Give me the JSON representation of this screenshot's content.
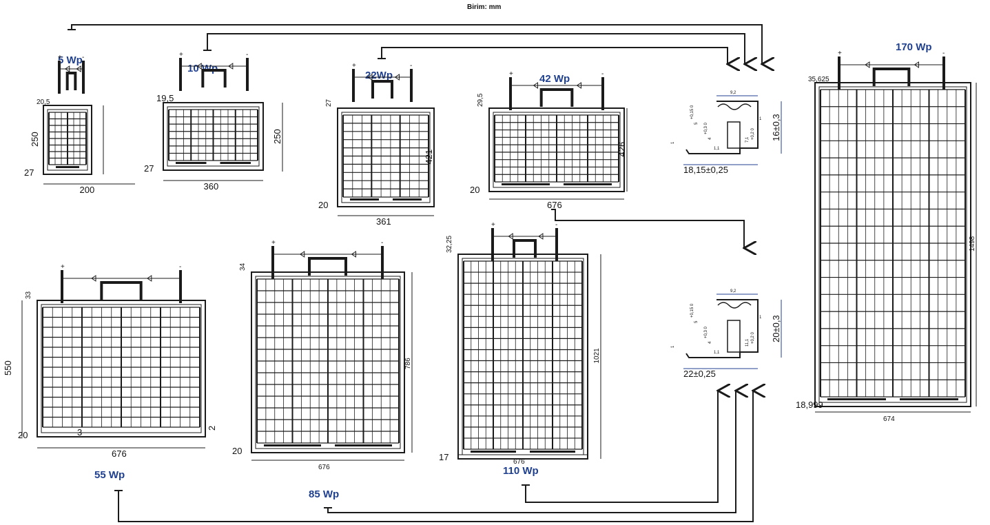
{
  "unit_label": "Birim: mm",
  "colors": {
    "title": "#1f3f8f",
    "line": "#1a1a1a",
    "dimension": "#1f3f8f"
  },
  "panels": [
    {
      "id": "5wp",
      "title": "5 Wp",
      "dims": [
        "250",
        "200",
        "27",
        "20,5"
      ]
    },
    {
      "id": "10wp",
      "title": "10 Wp",
      "dims": [
        "250",
        "360",
        "27",
        "19,5"
      ]
    },
    {
      "id": "22wp",
      "title": "22Wp",
      "dims": [
        "421",
        "361",
        "20",
        "27"
      ]
    },
    {
      "id": "42wp",
      "title": "42 Wp",
      "dims": [
        "426",
        "676",
        "20",
        "29,5"
      ]
    },
    {
      "id": "55wp",
      "title": "55 Wp",
      "dims": [
        "550",
        "676",
        "20",
        "33",
        "2",
        "3"
      ]
    },
    {
      "id": "85wp",
      "title": "85 Wp",
      "dims": [
        "786",
        "676",
        "20",
        "34"
      ]
    },
    {
      "id": "110wp",
      "title": "110 Wp",
      "dims": [
        "1021",
        "676",
        "17",
        "32,25"
      ]
    },
    {
      "id": "170wp",
      "title": "170 Wp",
      "dims": [
        "1498",
        "674",
        "18,999",
        "35,625"
      ]
    }
  ],
  "profiles": [
    {
      "id": "frame-profile-16",
      "width": "9,2",
      "height": "16±0,3",
      "base": "18,15±0,25",
      "lip": "1",
      "wall": "1",
      "foot": "1,1",
      "slot_a": "5",
      "slot_a_tol": "+0,15 0",
      "slot_b": "4",
      "slot_b_tol": "+0,3 0",
      "inner": "7,1",
      "inner_tol": "+0,2 0"
    },
    {
      "id": "frame-profile-20",
      "width": "9,2",
      "height": "20±0,3",
      "base": "22±0,25",
      "lip": "1",
      "wall": "1",
      "foot": "1,1",
      "slot_a": "5",
      "slot_a_tol": "+0,15 0",
      "slot_b": "4",
      "slot_b_tol": "+0,3 0",
      "inner": "11,1",
      "inner_tol": "+0,2 0"
    }
  ]
}
